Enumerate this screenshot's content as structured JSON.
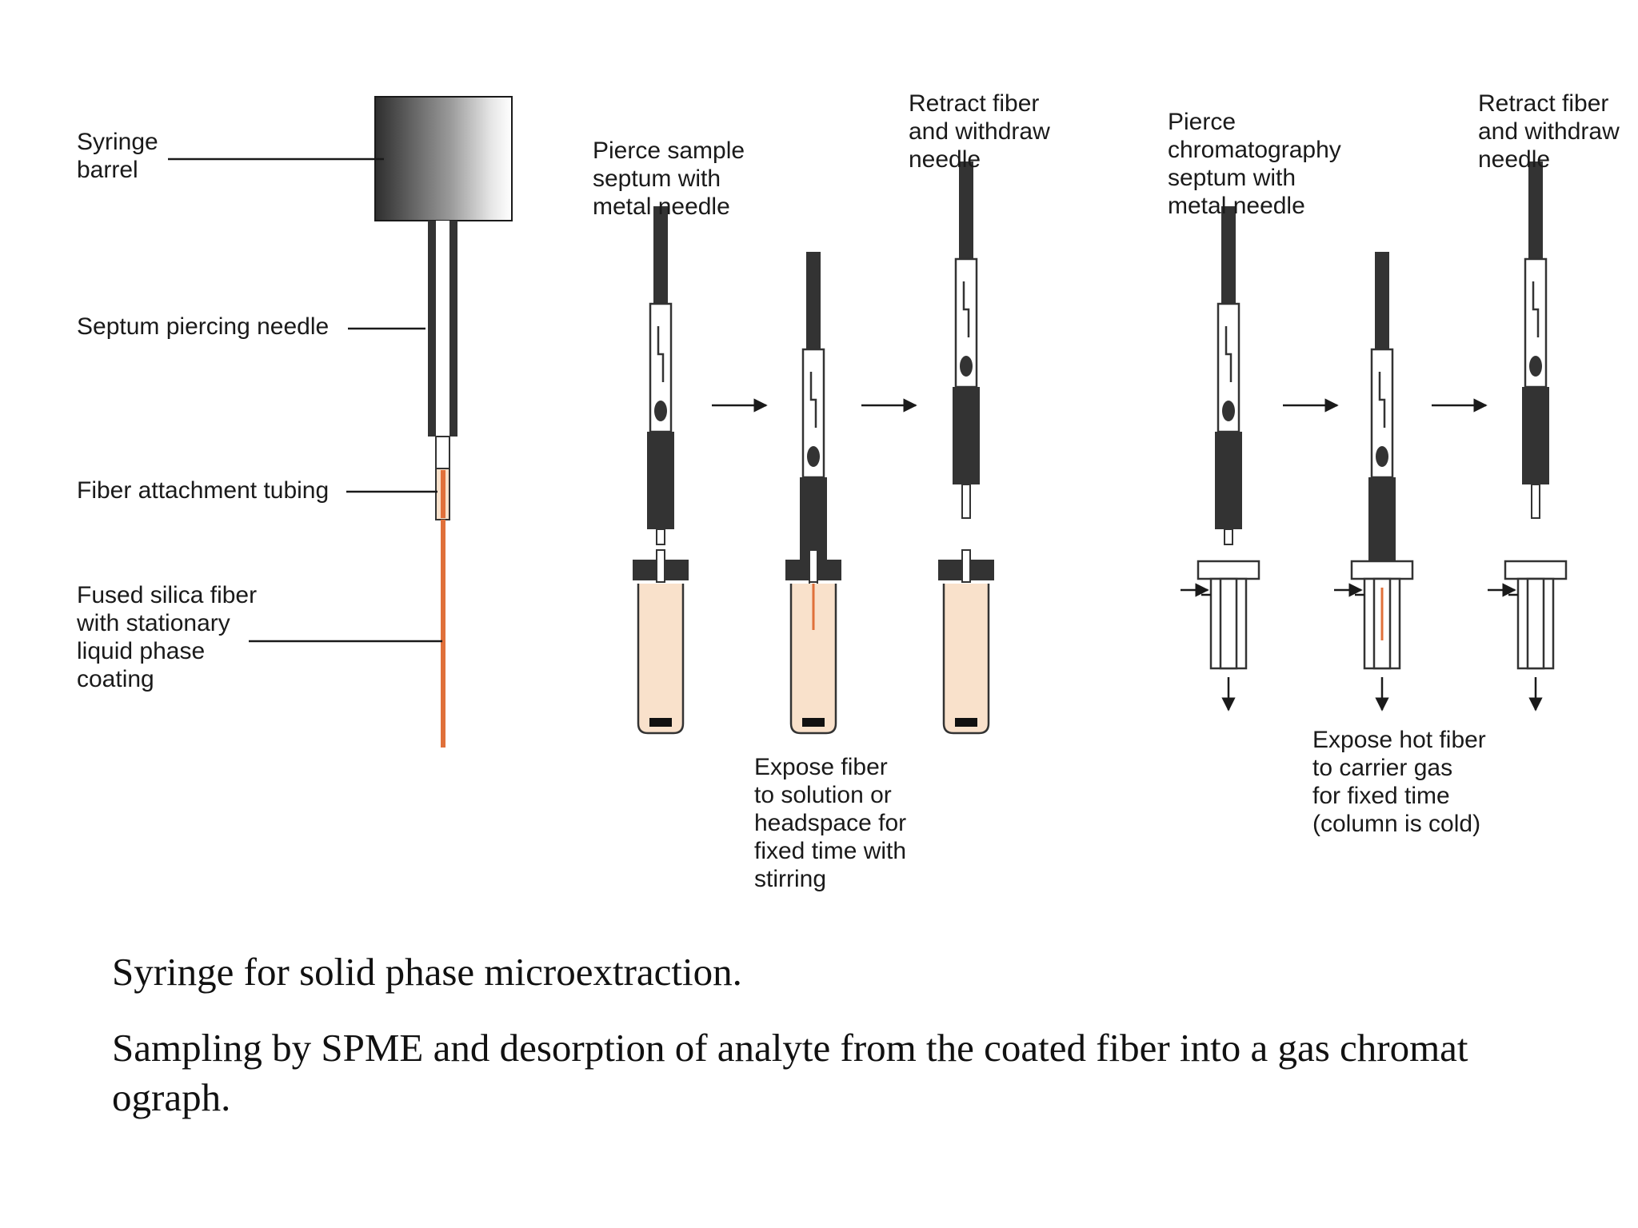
{
  "labels": {
    "syringe_barrel": [
      "Syringe",
      "barrel"
    ],
    "septum_needle": "Septum piercing needle",
    "fiber_tubing": "Fiber attachment tubing",
    "fused_silica": [
      "Fused silica fiber",
      "with stationary",
      "liquid phase",
      "coating"
    ],
    "pierce_sample": [
      "Pierce sample",
      "septum with",
      "metal needle"
    ],
    "retract_1": [
      "Retract fiber",
      "and withdraw",
      "needle"
    ],
    "expose_fiber": [
      "Expose fiber",
      "to solution or",
      "headspace for",
      "fixed time with",
      "stirring"
    ],
    "pierce_chrom": [
      "Pierce",
      "chromatography",
      "septum with",
      "metal needle"
    ],
    "retract_2": [
      "Retract fiber",
      "and withdraw",
      "needle"
    ],
    "expose_hot": [
      "Expose hot fiber",
      "to carrier gas",
      "for fixed time",
      "(column is cold)"
    ]
  },
  "captions": {
    "line1": "Syringe for solid phase microextraction.",
    "line2a": "Sampling by SPME and desorption of analyte from the coated fiber into a gas chromat",
    "line2b": "ograph."
  },
  "colors": {
    "dark": "#333333",
    "fiber": "#e0703a",
    "liquid": "#f9e1cb",
    "line": "#1a1a1a"
  }
}
